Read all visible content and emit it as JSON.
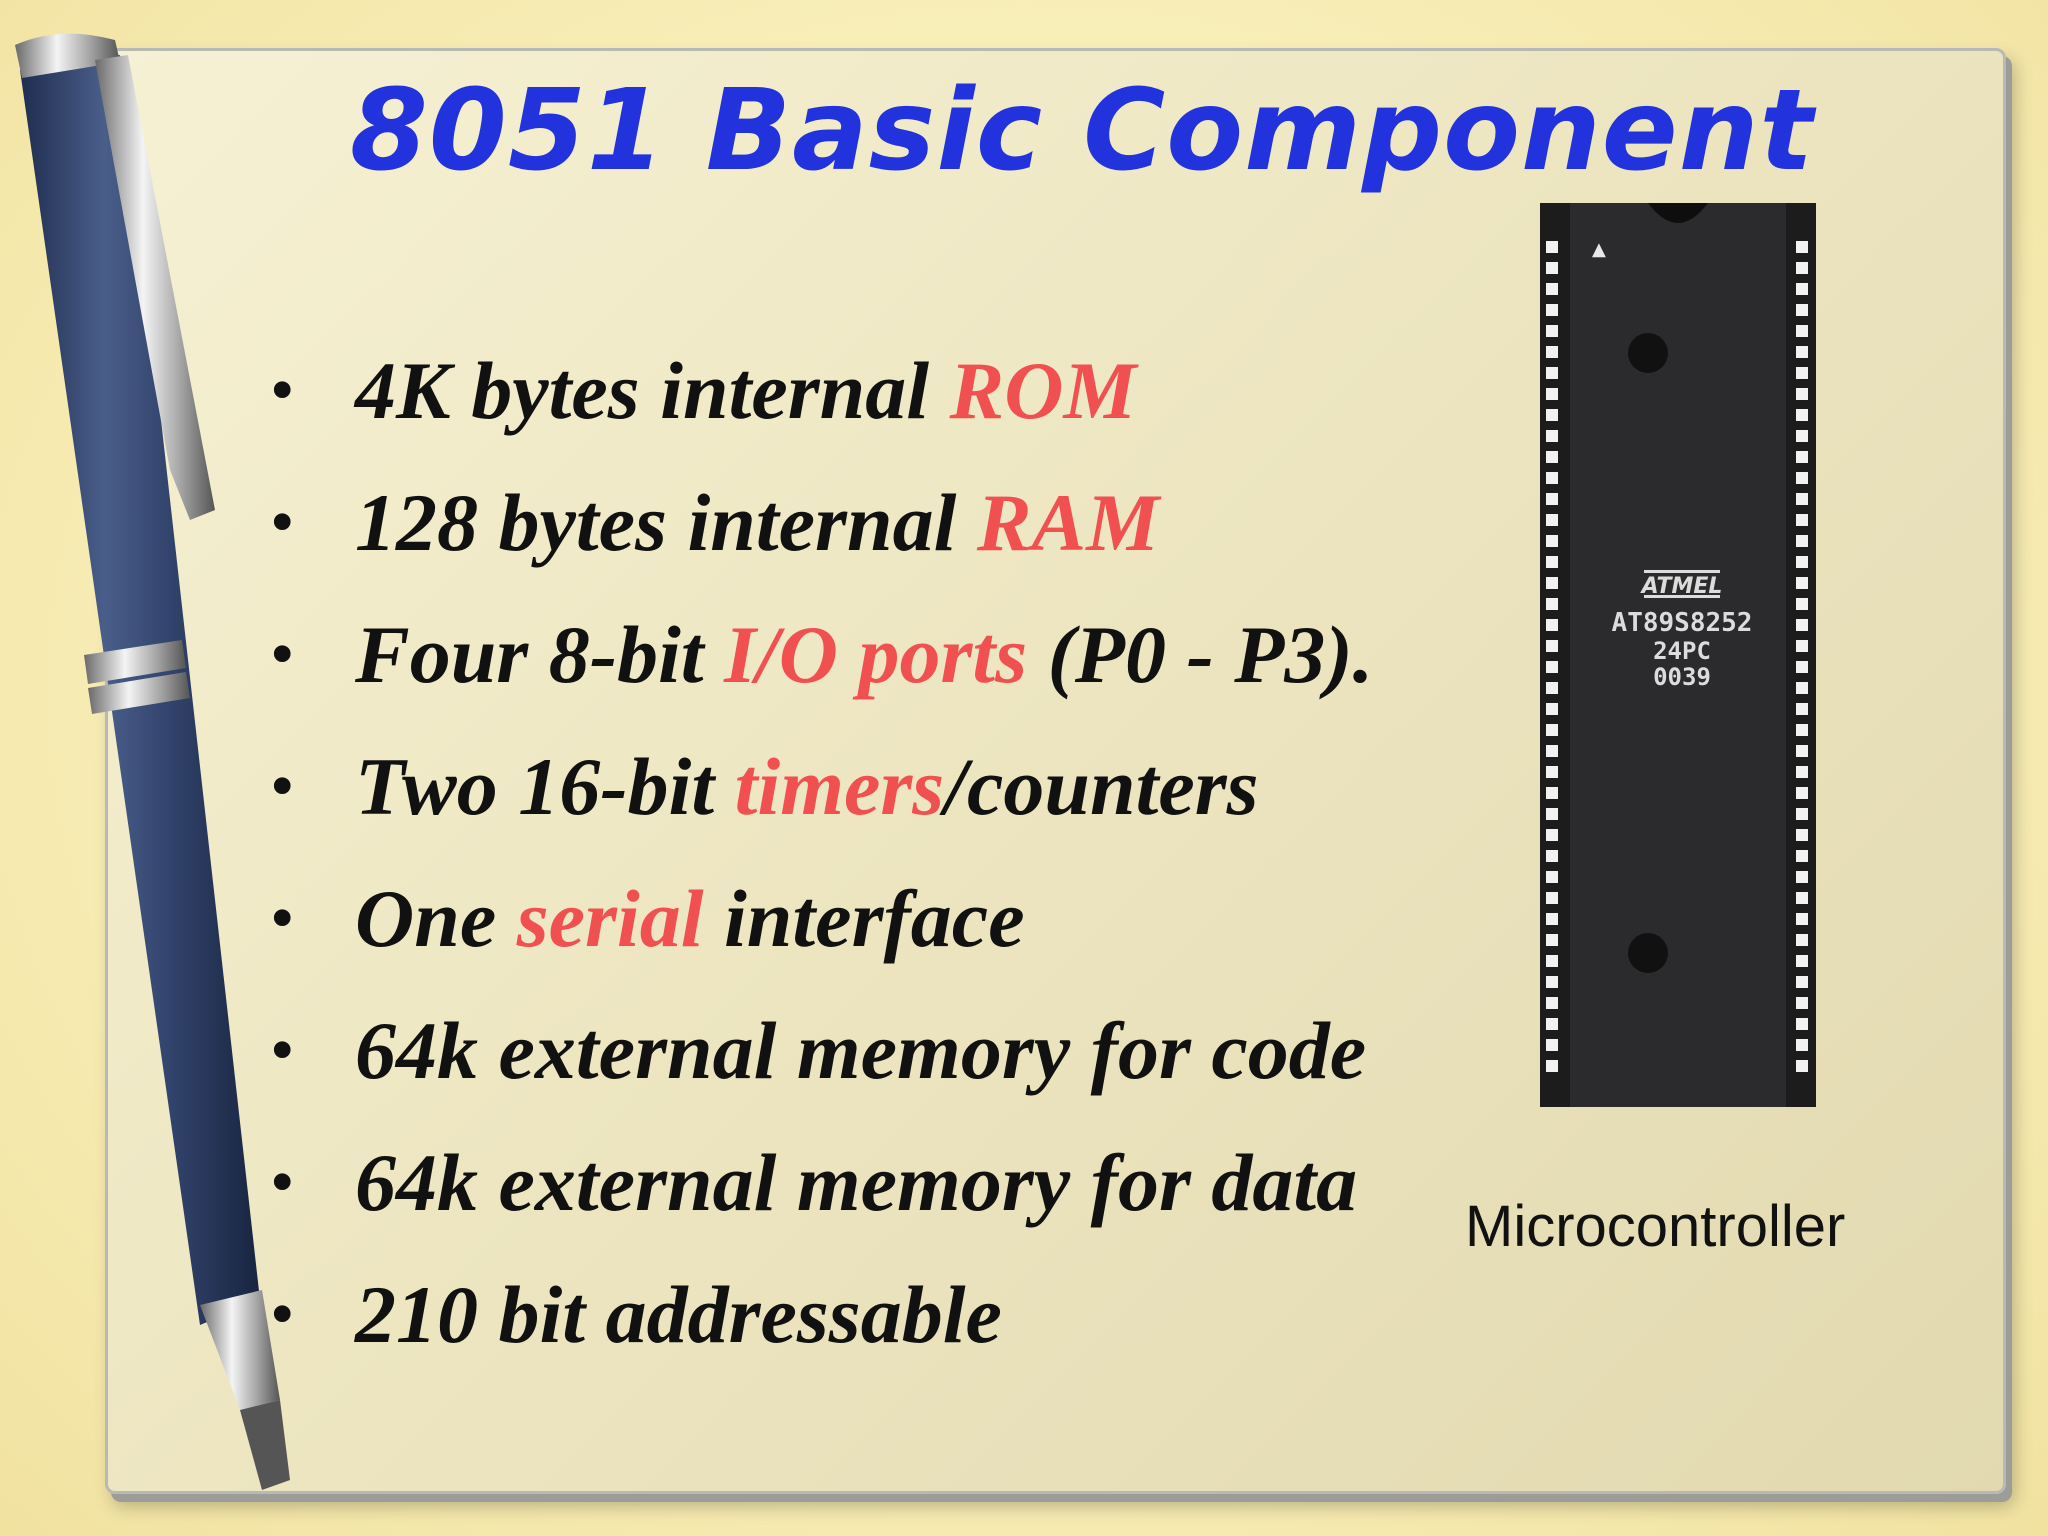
{
  "slide": {
    "title": "8051 Basic Component",
    "bullet_symbol": "•",
    "bullets": [
      {
        "pre": "4K bytes internal ",
        "hl": "ROM",
        "post": ""
      },
      {
        "pre": "128 bytes internal ",
        "hl": "RAM",
        "post": ""
      },
      {
        "pre": "Four 8-bit ",
        "hl": "I/O ports",
        "post": " (P0 - P3)."
      },
      {
        "pre": "Two 16-bit ",
        "hl": "timers",
        "post": "/counters"
      },
      {
        "pre": "One ",
        "hl": "serial",
        "post": " interface"
      },
      {
        "pre": "64k external memory for code",
        "hl": "",
        "post": ""
      },
      {
        "pre": "64k external memory for data",
        "hl": "",
        "post": ""
      },
      {
        "pre": "210 bit addressable",
        "hl": "",
        "post": ""
      }
    ],
    "image_caption": "Microcontroller",
    "chip": {
      "brand": "ATMEL",
      "part": "AT89S8252",
      "grade": "24PC",
      "lot": "0039",
      "pin_mark": "▲"
    },
    "colors": {
      "title": "#2233dd",
      "highlight": "#f05050",
      "text": "#111111"
    }
  }
}
